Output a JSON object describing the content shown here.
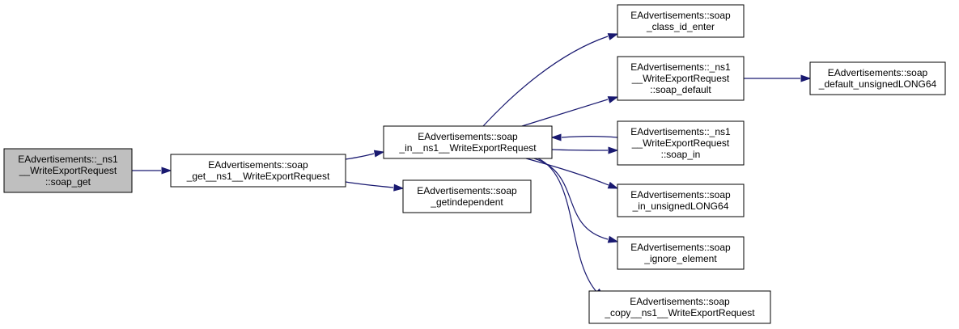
{
  "colors": {
    "root_fill": "#bfbfbf",
    "node_fill": "#ffffff",
    "border": "#000000",
    "edge": "#191970",
    "text": "#000000"
  },
  "nodes": [
    {
      "id": "soap_get_root",
      "lines": [
        "EAdvertisements::_ns1",
        "__WriteExportRequest",
        "::soap_get"
      ],
      "root": true
    },
    {
      "id": "soap_get_ns1",
      "lines": [
        "EAdvertisements::soap",
        "_get__ns1__WriteExportRequest"
      ]
    },
    {
      "id": "soap_getindependent",
      "lines": [
        "EAdvertisements::soap",
        "_getindependent"
      ]
    },
    {
      "id": "soap_in_ns1",
      "lines": [
        "EAdvertisements::soap",
        "_in__ns1__WriteExportRequest"
      ]
    },
    {
      "id": "soap_class_id_enter",
      "lines": [
        "EAdvertisements::soap",
        "_class_id_enter"
      ]
    },
    {
      "id": "soap_default",
      "lines": [
        "EAdvertisements::_ns1",
        "__WriteExportRequest",
        "::soap_default"
      ]
    },
    {
      "id": "soap_in",
      "lines": [
        "EAdvertisements::_ns1",
        "__WriteExportRequest",
        "::soap_in"
      ]
    },
    {
      "id": "soap_in_unsignedLONG64",
      "lines": [
        "EAdvertisements::soap",
        "_in_unsignedLONG64"
      ]
    },
    {
      "id": "soap_ignore_element",
      "lines": [
        "EAdvertisements::soap",
        "_ignore_element"
      ]
    },
    {
      "id": "soap_copy_ns1",
      "lines": [
        "EAdvertisements::soap",
        "_copy__ns1__WriteExportRequest"
      ]
    },
    {
      "id": "soap_default_unsignedLONG64",
      "lines": [
        "EAdvertisements::soap",
        "_default_unsignedLONG64"
      ]
    }
  ],
  "edges": [
    {
      "from": "soap_get_root",
      "to": "soap_get_ns1"
    },
    {
      "from": "soap_get_ns1",
      "to": "soap_in_ns1"
    },
    {
      "from": "soap_get_ns1",
      "to": "soap_getindependent"
    },
    {
      "from": "soap_in_ns1",
      "to": "soap_class_id_enter"
    },
    {
      "from": "soap_in_ns1",
      "to": "soap_default"
    },
    {
      "from": "soap_in_ns1",
      "to": "soap_in"
    },
    {
      "from": "soap_in",
      "to": "soap_in_ns1"
    },
    {
      "from": "soap_in_ns1",
      "to": "soap_in_unsignedLONG64"
    },
    {
      "from": "soap_in_ns1",
      "to": "soap_ignore_element"
    },
    {
      "from": "soap_in_ns1",
      "to": "soap_copy_ns1"
    },
    {
      "from": "soap_default",
      "to": "soap_default_unsignedLONG64"
    }
  ]
}
